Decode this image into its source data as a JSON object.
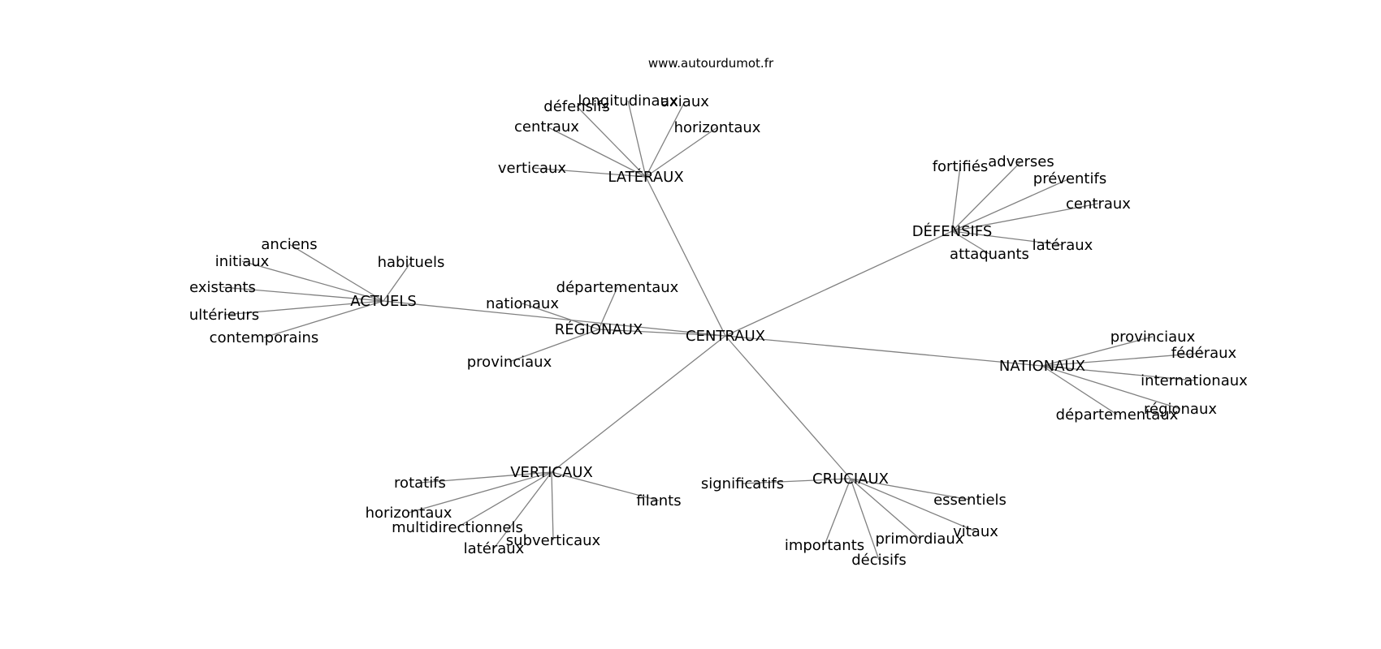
{
  "source_text": "www.autourdumot.fr",
  "center": "CENTRAUX",
  "edge_color": "#808080",
  "clusters": [
    {
      "key": "lateraux",
      "hub": "LATÉRAUX",
      "leaves": [
        "verticaux",
        "centraux",
        "défensifs",
        "longitudinaux",
        "axiaux",
        "horizontaux"
      ]
    },
    {
      "key": "defensifs",
      "hub": "DÉFENSIFS",
      "leaves": [
        "fortifiés",
        "adverses",
        "préventifs",
        "centraux",
        "latéraux",
        "attaquants"
      ]
    },
    {
      "key": "actuels",
      "hub": "ACTUELS",
      "leaves": [
        "anciens",
        "initiaux",
        "existants",
        "ultérieurs",
        "contemporains",
        "habituels"
      ]
    },
    {
      "key": "regionaux",
      "hub": "RÉGIONAUX",
      "leaves": [
        "départementaux",
        "nationaux",
        "provinciaux"
      ]
    },
    {
      "key": "nationaux",
      "hub": "NATIONAUX",
      "leaves": [
        "provinciaux",
        "fédéraux",
        "internationaux",
        "régionaux",
        "départementaux"
      ]
    },
    {
      "key": "verticaux",
      "hub": "VERTICAUX",
      "leaves": [
        "rotatifs",
        "horizontaux",
        "multidirectionnels",
        "latéraux",
        "subverticaux",
        "filants"
      ]
    },
    {
      "key": "cruciaux",
      "hub": "CRUCIAUX",
      "leaves": [
        "significatifs",
        "importants",
        "décisifs",
        "primordiaux",
        "vitaux",
        "essentiels"
      ]
    }
  ]
}
